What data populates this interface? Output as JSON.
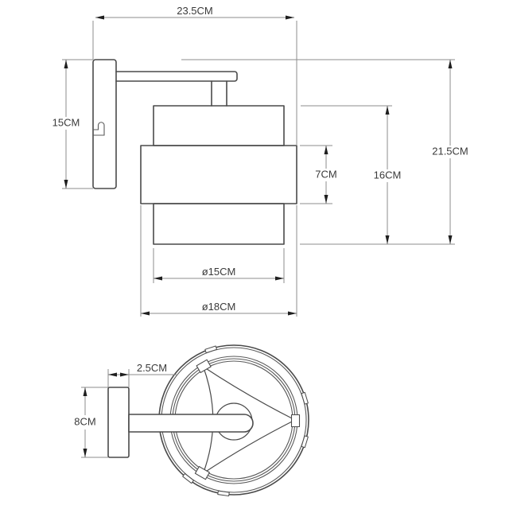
{
  "colors": {
    "background": "#ffffff",
    "object_line": "#4a4a4a",
    "dimension_line": "#8c8c8c",
    "text": "#3a3a3a",
    "arrow": "#1f1f1f"
  },
  "side_view": {
    "dimensions": {
      "total_width": "23.5CM",
      "backplate_height": "15CM",
      "band_height": "7CM",
      "shade_height": "16CM",
      "total_height": "21.5CM",
      "inner_diameter": "ø15CM",
      "outer_diameter": "ø18CM"
    }
  },
  "top_view": {
    "dimensions": {
      "backplate_depth": "2.5CM",
      "backplate_width": "8CM"
    }
  }
}
